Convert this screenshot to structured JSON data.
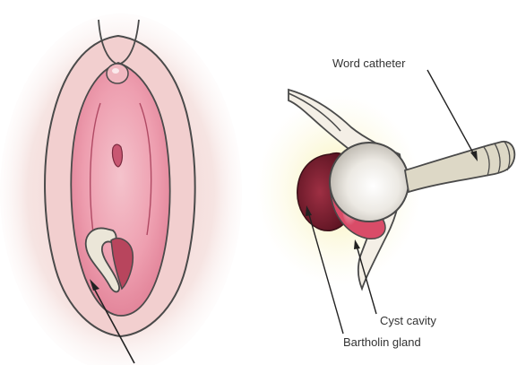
{
  "diagram": {
    "labels": {
      "catheter": "Word catheter",
      "cyst_cavity": "Cyst cavity",
      "gland": "Bartholin gland"
    },
    "colors": {
      "outline": "#4a4a4a",
      "skin_light": "#f6e6e4",
      "pink": "#eea3b1",
      "pink_deep": "#dc6f88",
      "cavity_red": "#d94c68",
      "gland_dark": "#6e1e2c",
      "balloon": "#e9e7e2",
      "catheter_tube": "#ddd8c6",
      "glow": "#f7ef9e"
    }
  }
}
